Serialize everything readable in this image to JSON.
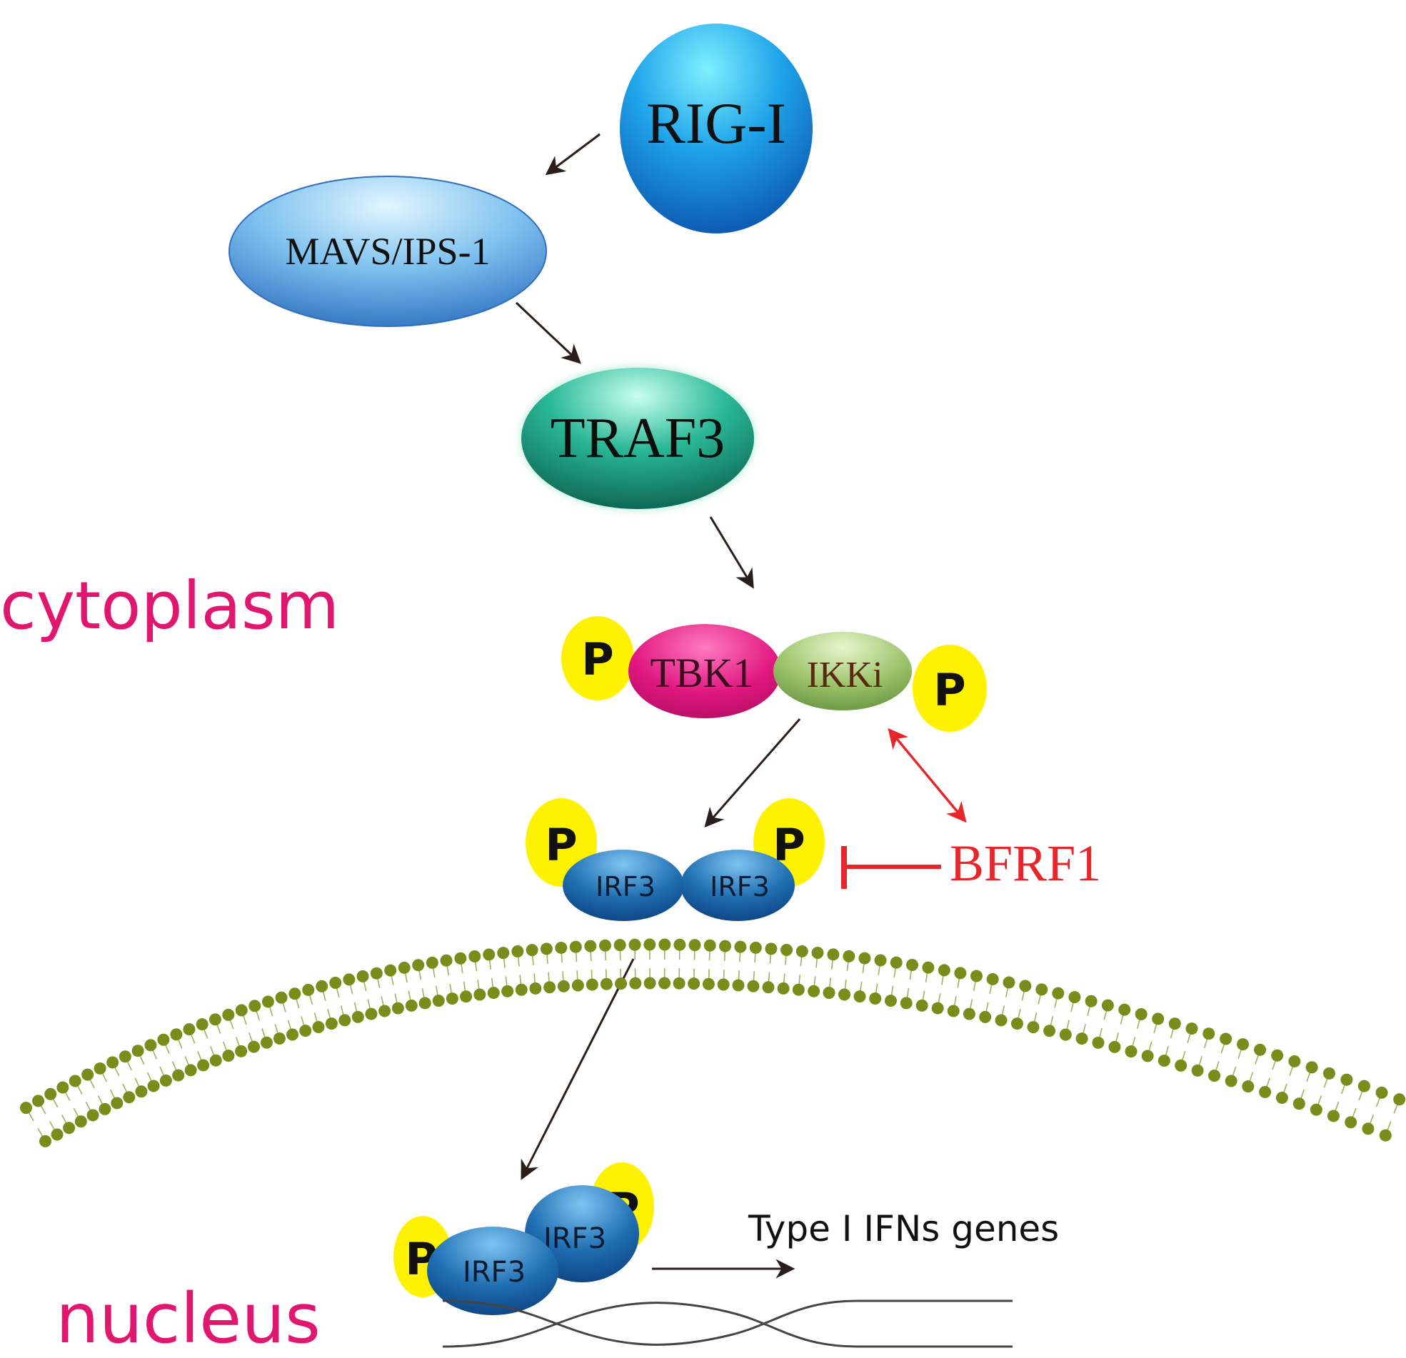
{
  "colors": {
    "arrow": "#2b1d1a",
    "inhibit": "#e8262a",
    "compartment_label": "#e0166f",
    "phospho": "#fff200",
    "membrane_head": "#7a8c1a",
    "membrane_tail": "#a4b05a",
    "tbk1": "#e0177f",
    "ikki": "#9bc36a",
    "irf3": "#1f6fb2",
    "rigi": "#1a8fe0",
    "mavs": "#5aa8e6",
    "traf3": "#1f9e82",
    "dna": "#444444"
  },
  "labels": {
    "rigi": "RIG-I",
    "mavs": "MAVS/IPS-1",
    "traf3": "TRAF3",
    "tbk1": "TBK1",
    "ikki": "IKKi",
    "irf3": "IRF3",
    "phospho": "P",
    "bfrf1": "BFRF1",
    "cytoplasm": "cytoplasm",
    "nucleus": "nucleus",
    "genes": "Type I IFNs genes"
  }
}
